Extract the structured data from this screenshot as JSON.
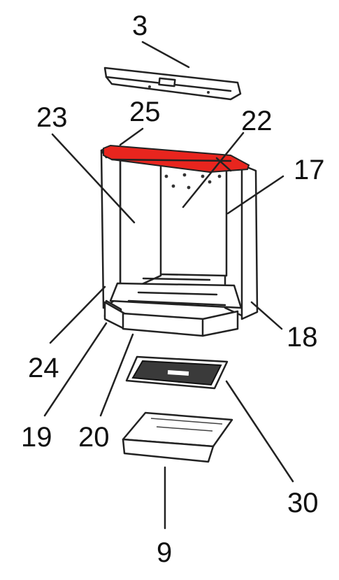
{
  "diagram": {
    "labels": {
      "top_plate": "3",
      "deflector": "25",
      "left_side_brick": "23",
      "back_brick": "22",
      "right_side_brick": "17",
      "left_front_brick": "24",
      "right_front_brick": "18",
      "left_base_corner": "19",
      "front_base": "20",
      "grate": "30",
      "ash_pan": "9"
    },
    "colors": {
      "highlight": "#e8251e",
      "lines": "#222222",
      "background": "#ffffff"
    }
  }
}
